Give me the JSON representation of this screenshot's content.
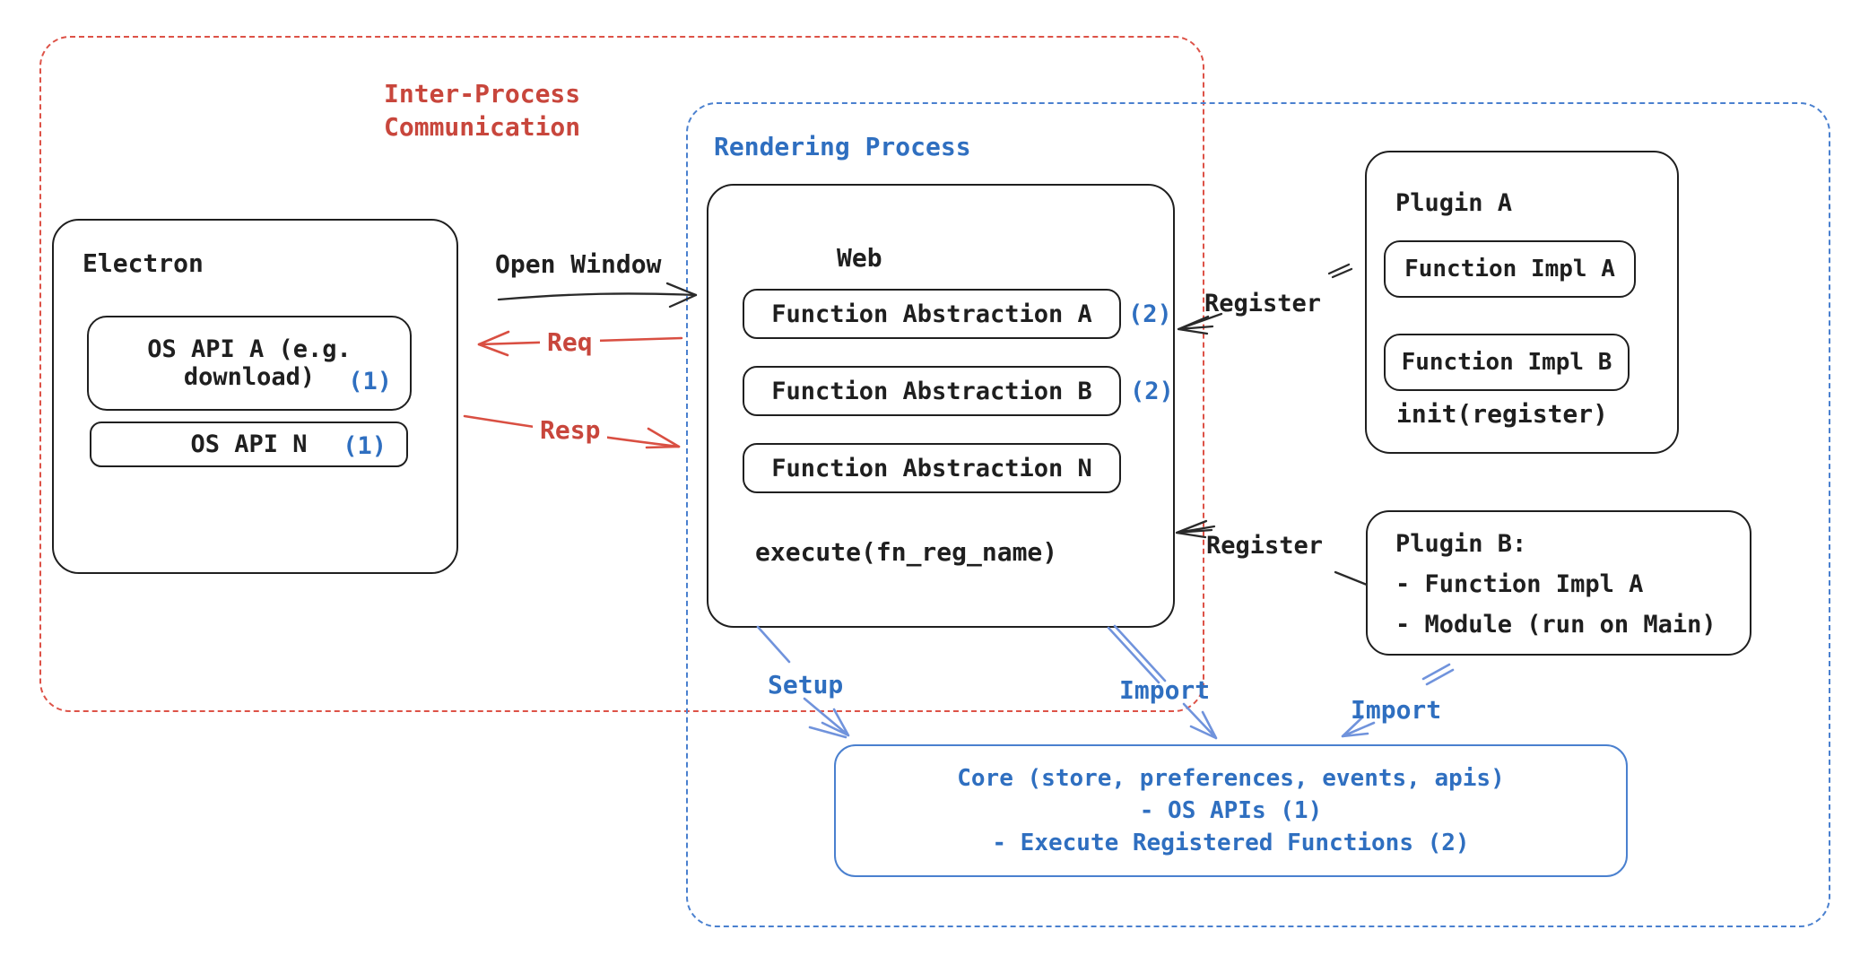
{
  "colors": {
    "red_accent": "#d94f42",
    "blue_accent": "#2f6fc0",
    "light_blue_arrow": "#7093dc",
    "stroke_black": "#1f1f1f",
    "blue_border": "#4a80cf"
  },
  "groups": {
    "ipc": {
      "label_line1": "Inter-Process",
      "label_line2": "Communication"
    },
    "rendering": {
      "label": "Rendering Process"
    }
  },
  "electron": {
    "title": "Electron",
    "os_api_a": {
      "text_line1": "OS API A (e.g.",
      "text_line2": "download)",
      "badge": "(1)"
    },
    "os_api_n": {
      "text": "OS API N",
      "badge": "(1)"
    }
  },
  "web": {
    "title": "Web",
    "abstractions": [
      {
        "label": "Function Abstraction A",
        "badge": "(2)"
      },
      {
        "label": "Function Abstraction B",
        "badge": "(2)"
      },
      {
        "label": "Function Abstraction N",
        "badge": ""
      }
    ],
    "execute": "execute(fn_reg_name)"
  },
  "plugin_a": {
    "title": "Plugin A",
    "impl_a": "Function Impl A",
    "impl_b": "Function Impl B",
    "init": "init(register)"
  },
  "plugin_b": {
    "title": "Plugin B:",
    "item_1": "- Function Impl A",
    "item_2": "- Module (run on Main)"
  },
  "core": {
    "line1": "Core (store, preferences, events, apis)",
    "line2": "- OS APIs (1)",
    "line3": "- Execute Registered Functions (2)"
  },
  "arrows": {
    "open_window": "Open Window",
    "req": "Req",
    "resp": "Resp",
    "register_top": "Register",
    "register_bottom": "Register",
    "setup": "Setup",
    "import_web": "Import",
    "import_plugin_b": "Import"
  }
}
